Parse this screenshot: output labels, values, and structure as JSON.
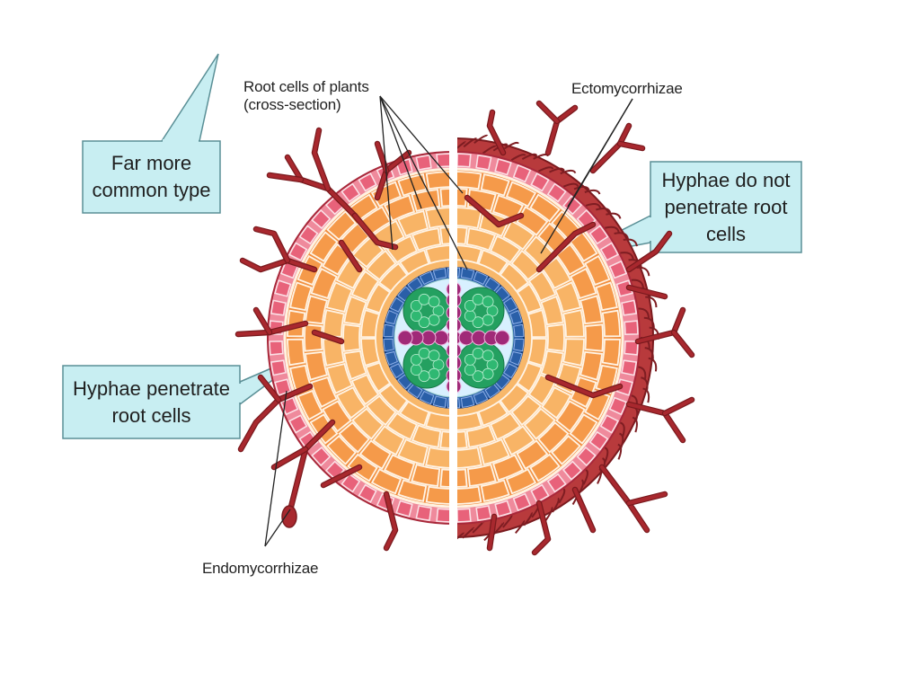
{
  "labels": {
    "root_cells_line1": "Root cells of plants",
    "root_cells_line2": "(cross-section)",
    "ecto": "Ectomycorrhizae",
    "endo": "Endomycorrhizae"
  },
  "callouts": {
    "common_line1": "Far more",
    "common_line2": "common type",
    "ecto_line1": "Hyphae do not",
    "ecto_line2": "penetrate root",
    "ecto_line3": "cells",
    "endo_line1": "Hyphae penetrate",
    "endo_line2": "root cells"
  },
  "colors": {
    "callout_fill": "#c8eef2",
    "callout_border": "#5a8f96",
    "epidermis": "#e8627a",
    "cortex": "#f6a85a",
    "endodermis": "#2a5fa8",
    "xylem": "#a02a78",
    "phloem": "#24a060",
    "hyphae": "#a8282e"
  }
}
